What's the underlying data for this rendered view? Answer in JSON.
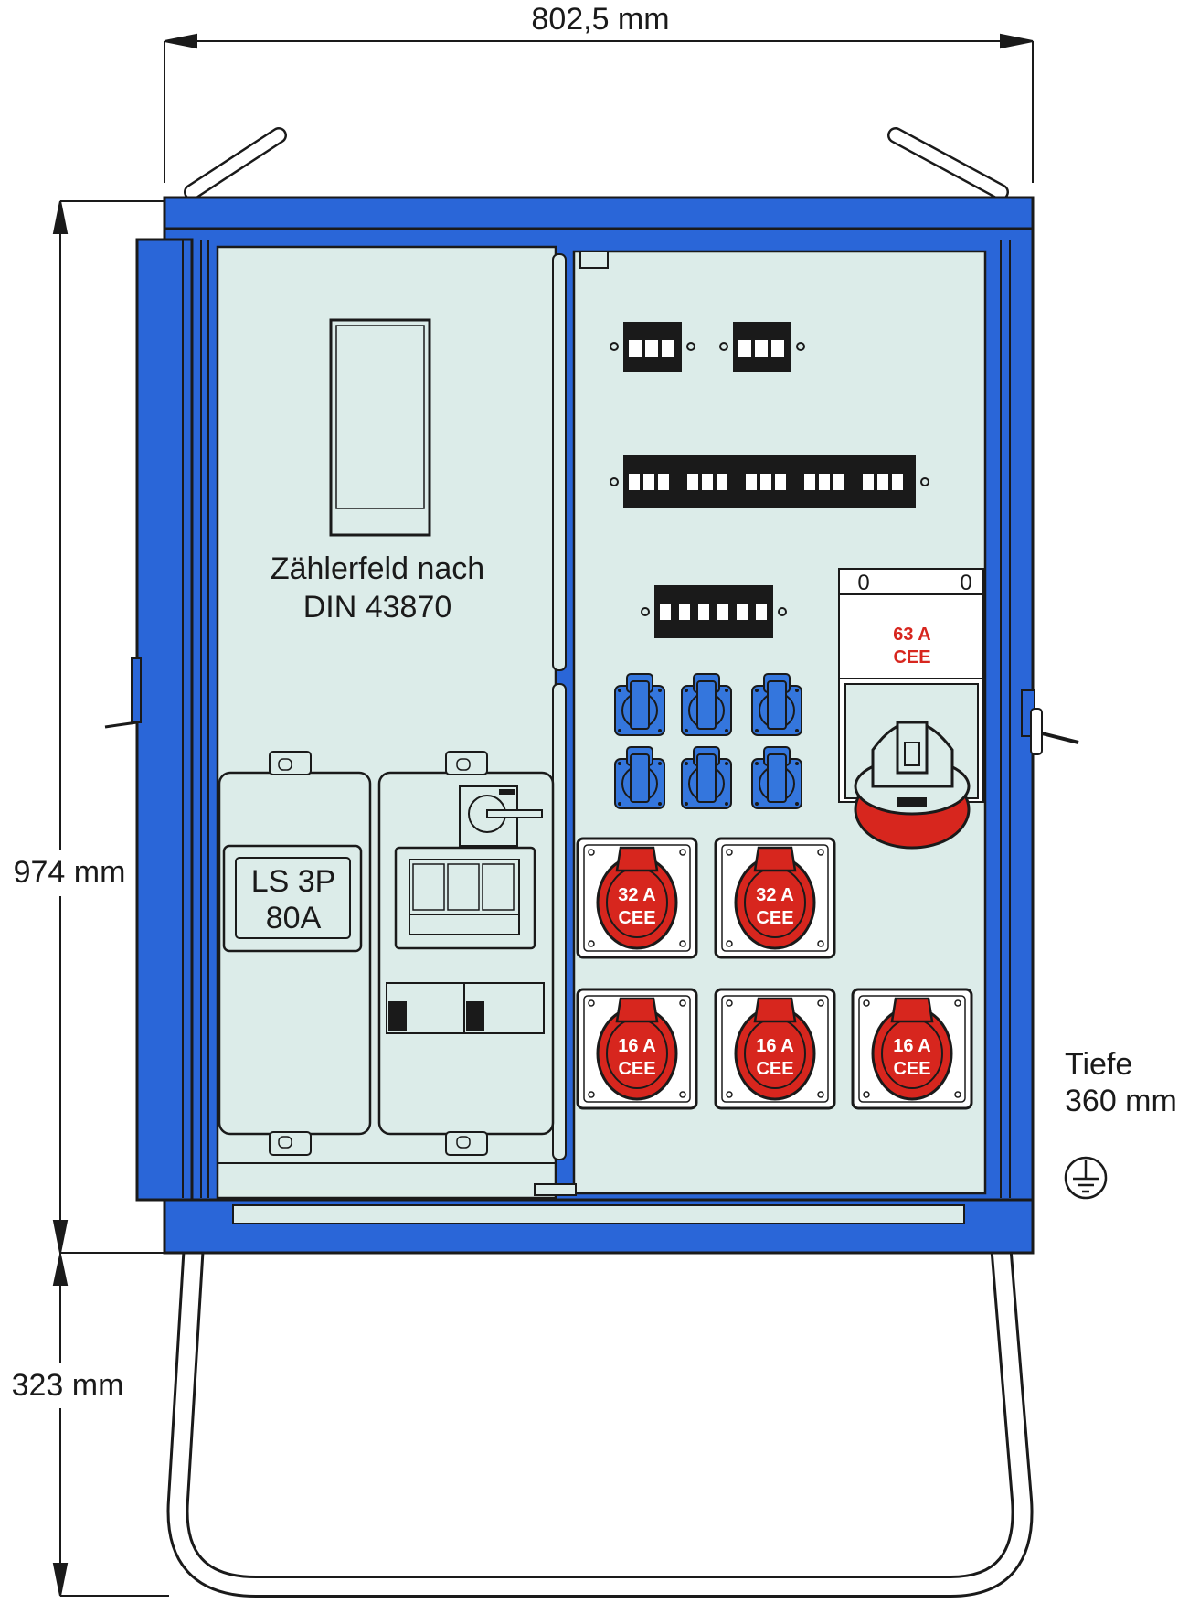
{
  "dimensions": {
    "width": "802,5 mm",
    "height": "974 mm",
    "legs": "323 mm",
    "depth_label": "Tiefe",
    "depth_value": "360 mm"
  },
  "meter_field": {
    "line1": "Zählerfeld nach",
    "line2": "DIN 43870"
  },
  "main_breaker": {
    "line1": "LS 3P",
    "line2": "80A"
  },
  "switch_positions": [
    "0",
    "0"
  ],
  "sockets": {
    "cee63": {
      "amp": "63 A",
      "type": "CEE"
    },
    "cee32": [
      {
        "amp": "32 A",
        "type": "CEE"
      },
      {
        "amp": "32 A",
        "type": "CEE"
      }
    ],
    "cee16": [
      {
        "amp": "16 A",
        "type": "CEE"
      },
      {
        "amp": "16 A",
        "type": "CEE"
      },
      {
        "amp": "16 A",
        "type": "CEE"
      }
    ],
    "schuko_count": 6
  },
  "icons": {
    "earth": "ground-symbol-icon"
  },
  "colors": {
    "frame_blue": "#2a66d8",
    "panel": "#dcece9",
    "cee_red": "#d7261e",
    "schuko_blue": "#3476dd",
    "outline": "#1a1a1a"
  }
}
